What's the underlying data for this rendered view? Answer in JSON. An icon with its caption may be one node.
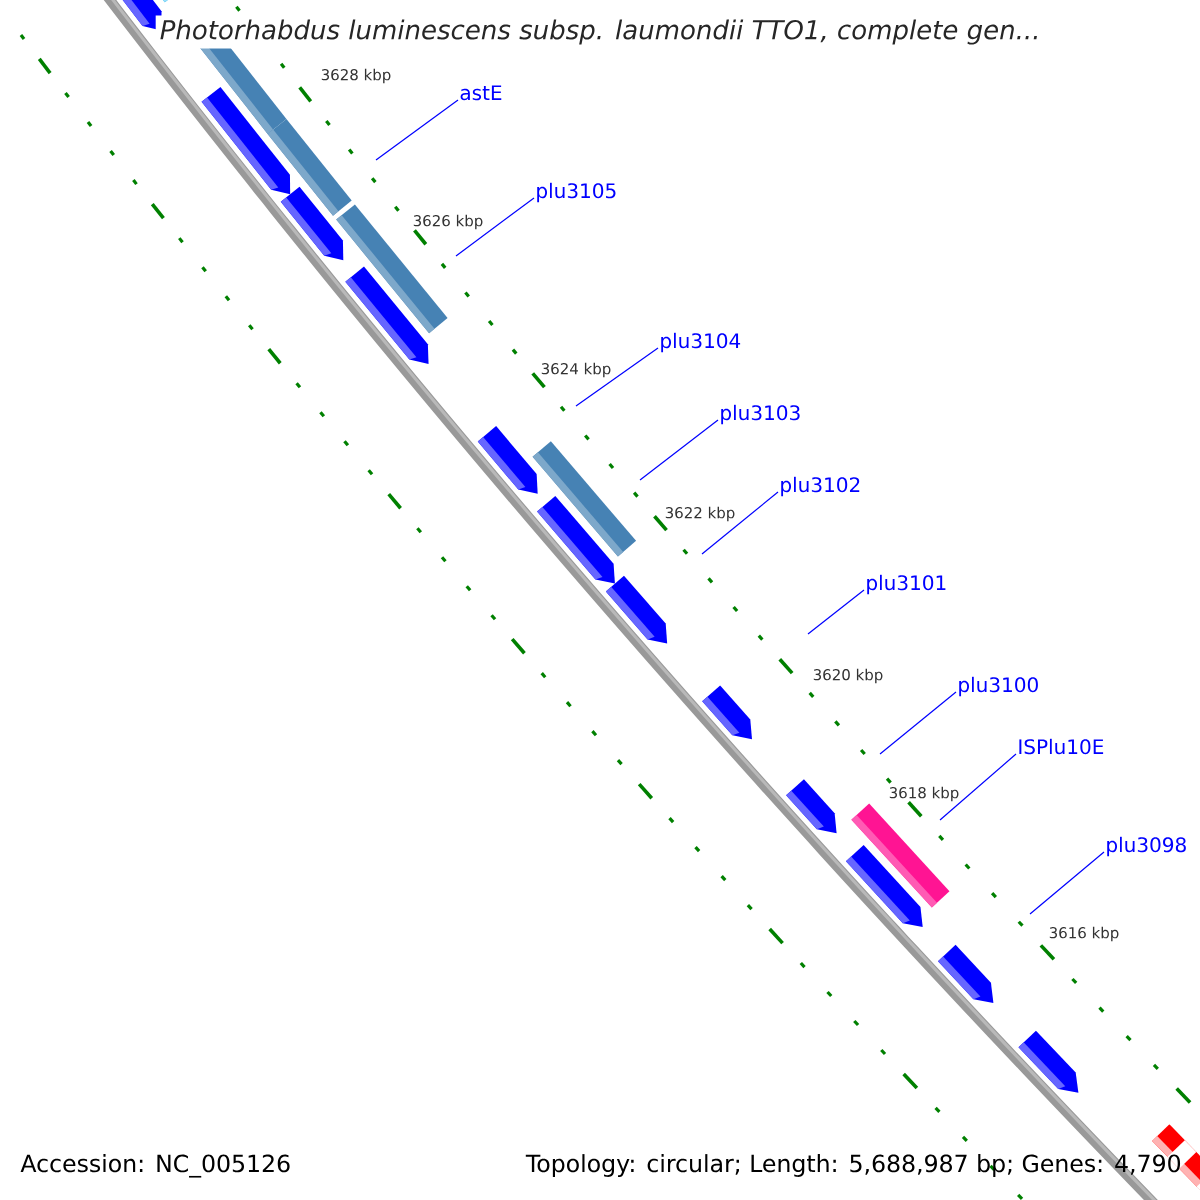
{
  "diagram": {
    "title": "Photorhabdus luminescens subsp. laumondii TTO1, complete gen...",
    "nodes": [
      {
        "text": [
          "astE"
        ]
      },
      {
        "text": [
          "plu3105"
        ]
      },
      {
        "text": [
          "plu3104"
        ]
      },
      {
        "text": [
          "plu3103"
        ]
      },
      {
        "text": [
          "plu3102"
        ]
      },
      {
        "text": [
          "plu3101"
        ]
      },
      {
        "text": [
          "plu3100"
        ]
      },
      {
        "text": [
          "ISPlu10E"
        ]
      },
      {
        "text": [
          "plu3098"
        ]
      }
    ],
    "edges": [
      {
        "from": 0,
        "to": null,
        "arrow": "none"
      },
      {
        "from": 1,
        "to": null,
        "arrow": "none"
      },
      {
        "from": 2,
        "to": null,
        "arrow": "none"
      },
      {
        "from": 3,
        "to": null,
        "arrow": "none"
      },
      {
        "from": 4,
        "to": null,
        "arrow": "none"
      },
      {
        "from": 5,
        "to": null,
        "arrow": "none"
      },
      {
        "from": 6,
        "to": null,
        "arrow": "none"
      },
      {
        "from": 7,
        "to": null,
        "arrow": "none"
      },
      {
        "from": 8,
        "to": null,
        "arrow": "none"
      }
    ],
    "labels": [
      "3628 kbp",
      "3626 kbp",
      "3624 kbp",
      "3622 kbp",
      "3620 kbp",
      "3618 kbp",
      "3616 kbp",
      "Accession: NC_005126",
      "Topology: circular; Length: 5,688,987 bp; Genes: 4,790"
    ]
  }
}
